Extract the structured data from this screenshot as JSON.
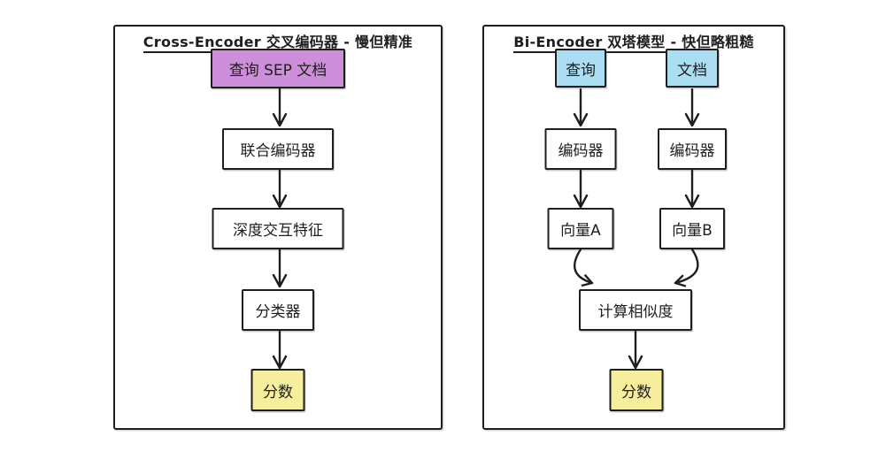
{
  "colors": {
    "ink": "#1e1e1e",
    "box_purple": "#ce8fda",
    "box_blue": "#abdef3",
    "box_yellow": "#f6ee9c",
    "background": "#ffffff"
  },
  "left_panel": {
    "title_main": "Cross-Encoder 交叉编码器",
    "title_suffix": " - 慢但精准",
    "nodes": {
      "input": "查询 SEP 文档",
      "encoder": "联合编码器",
      "features": "深度交互特征",
      "classifier": "分类器",
      "score": "分数"
    }
  },
  "right_panel": {
    "title_main": "Bi-Encoder 双塔模型",
    "title_suffix": " - 快但略粗糙",
    "nodes": {
      "query": "查询",
      "document": "文档",
      "encoder_left": "编码器",
      "encoder_right": "编码器",
      "vector_a": "向量A",
      "vector_b": "向量B",
      "similarity": "计算相似度",
      "score": "分数"
    }
  }
}
